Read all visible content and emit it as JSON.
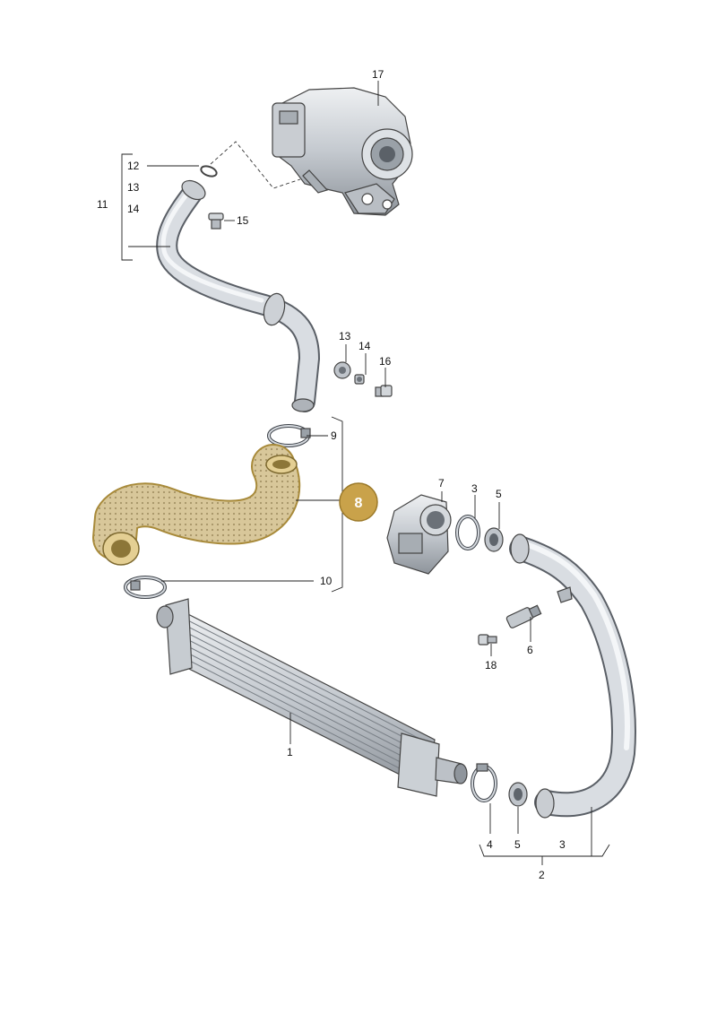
{
  "callouts": {
    "c1": "1",
    "c2": "2",
    "c3a": "3",
    "c3b": "3",
    "c4": "4",
    "c5a": "5",
    "c5b": "5",
    "c6": "6",
    "c7": "7",
    "c9": "9",
    "c10": "10",
    "c11": "11",
    "c12": "12",
    "c13a": "13",
    "c13b": "13",
    "c14a": "14",
    "c14b": "14",
    "c15": "15",
    "c16": "16",
    "c17": "17",
    "c18": "18"
  },
  "highlight": {
    "label": "8",
    "badge_color": "#c9a24a",
    "part_color": "#d8c79a"
  }
}
